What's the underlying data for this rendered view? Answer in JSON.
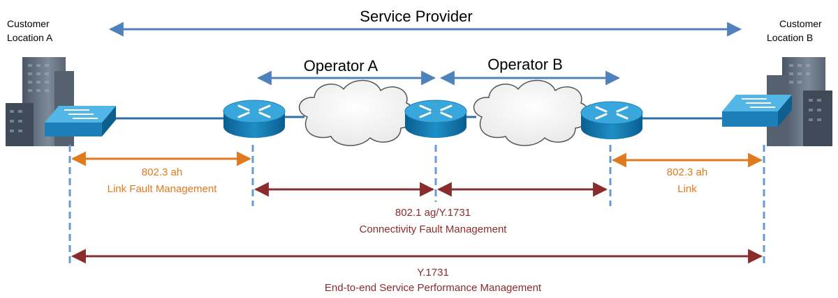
{
  "provider": {
    "label": "Service Provider"
  },
  "operators": [
    {
      "label": "Operator A"
    },
    {
      "label": "Operator B"
    }
  ],
  "locations": {
    "a": {
      "line1": "Customer",
      "line2": "Location A"
    },
    "b": {
      "line1": "Customer",
      "line2": "Location B"
    }
  },
  "segments": {
    "lfm_left": {
      "line1": "802.3 ah",
      "line2": "Link Fault Management"
    },
    "lfm_right": {
      "line1": "802.3 ah",
      "line2": "Link"
    },
    "cfm": {
      "line1": "802.1 ag/Y.1731",
      "line2": "Connectivity Fault Management"
    },
    "e2e": {
      "line1": "Y.1731",
      "line2": "End-to-end Service Performance Management"
    }
  },
  "colors": {
    "provider_arrow": "#4f81bd",
    "orange": "#e07a1f",
    "dark_red": "#8b2c2c",
    "device_blue": "#1e8fc6",
    "dashed_blue": "#6a9bd0"
  }
}
